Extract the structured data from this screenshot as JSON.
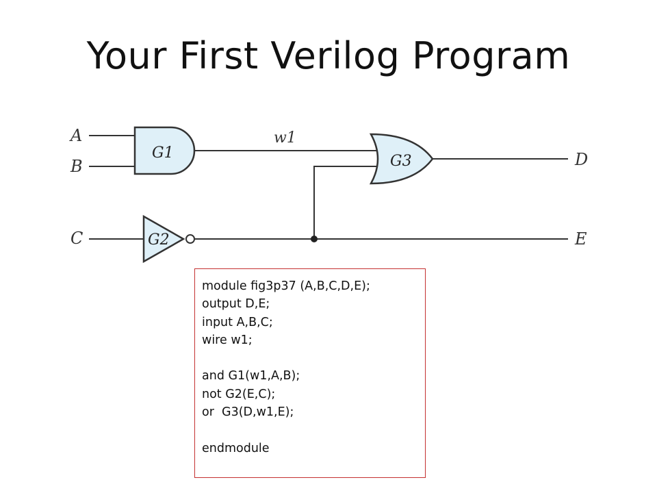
{
  "slide": {
    "title": "Your First Verilog Program"
  },
  "circuit": {
    "inputs": [
      "A",
      "B",
      "C"
    ],
    "outputs": [
      "D",
      "E"
    ],
    "wire_label": "w1",
    "gates": [
      {
        "name": "G1",
        "type": "and"
      },
      {
        "name": "G2",
        "type": "not"
      },
      {
        "name": "G3",
        "type": "or"
      }
    ],
    "gate_fill": "#dff0f8",
    "wire_color": "#333333"
  },
  "code": {
    "lines": [
      "module fig3p37 (A,B,C,D,E);",
      "output D,E;",
      "input A,B,C;",
      "wire w1;",
      "",
      "and G1(w1,A,B);",
      "not G2(E,C);",
      "or  G3(D,w1,E);",
      "",
      "endmodule"
    ],
    "border_color": "#c43030"
  }
}
